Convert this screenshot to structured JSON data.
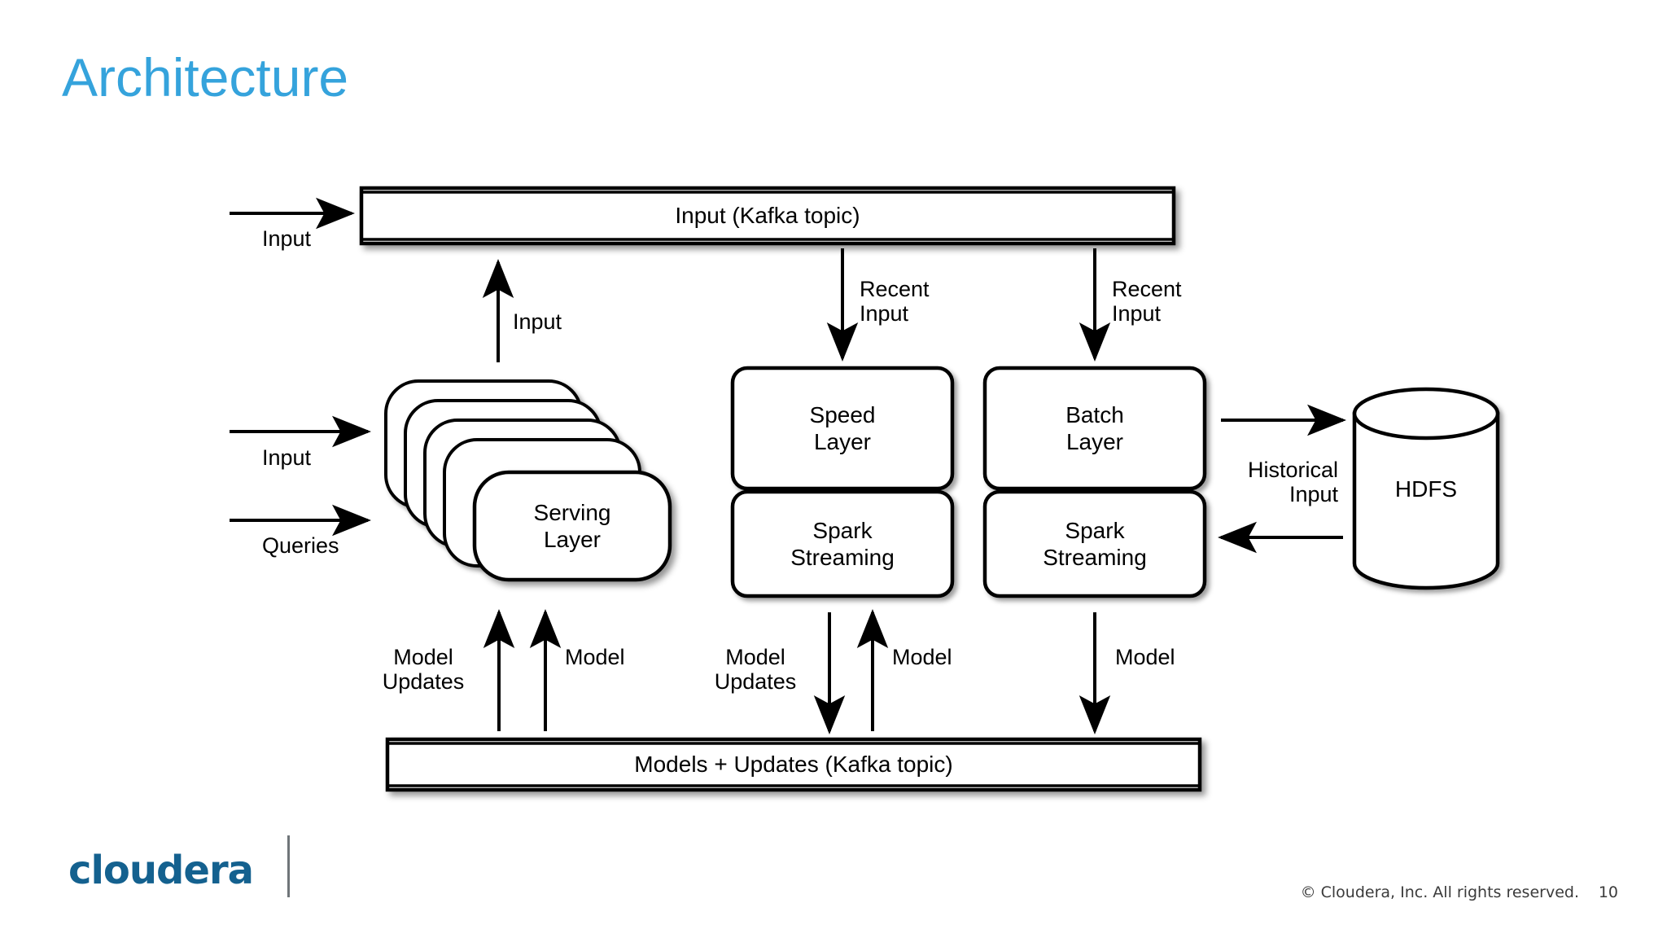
{
  "slide": {
    "title": "Architecture"
  },
  "diagram": {
    "nodes": {
      "input_topic": "Input (Kafka topic)",
      "serving_layer": "Serving\nLayer",
      "speed_layer": "Speed\nLayer",
      "speed_spark": "Spark\nStreaming",
      "batch_layer": "Batch\nLayer",
      "batch_spark": "Spark\nStreaming",
      "hdfs": "HDFS",
      "models_topic": "Models + Updates (Kafka topic)"
    },
    "edge_labels": {
      "external_input_top": "Input",
      "external_input_serving": "Input",
      "external_queries": "Queries",
      "serving_to_topic": "Input",
      "topic_to_speed": "Recent\nInput",
      "topic_to_batch": "Recent\nInput",
      "batch_hdfs": "Historical\nInput",
      "model_updates_serving": "Model\nUpdates",
      "model_serving": "Model",
      "model_updates_speed": "Model\nUpdates",
      "model_speed": "Model",
      "model_batch": "Model"
    }
  },
  "footer": {
    "logo": "cloudera",
    "copyright": "© Cloudera, Inc. All rights reserved.",
    "page_number": "10"
  },
  "colors": {
    "title_blue": "#35a3dc",
    "logo_blue": "#14618f",
    "stroke": "#000000",
    "background": "#ffffff"
  }
}
